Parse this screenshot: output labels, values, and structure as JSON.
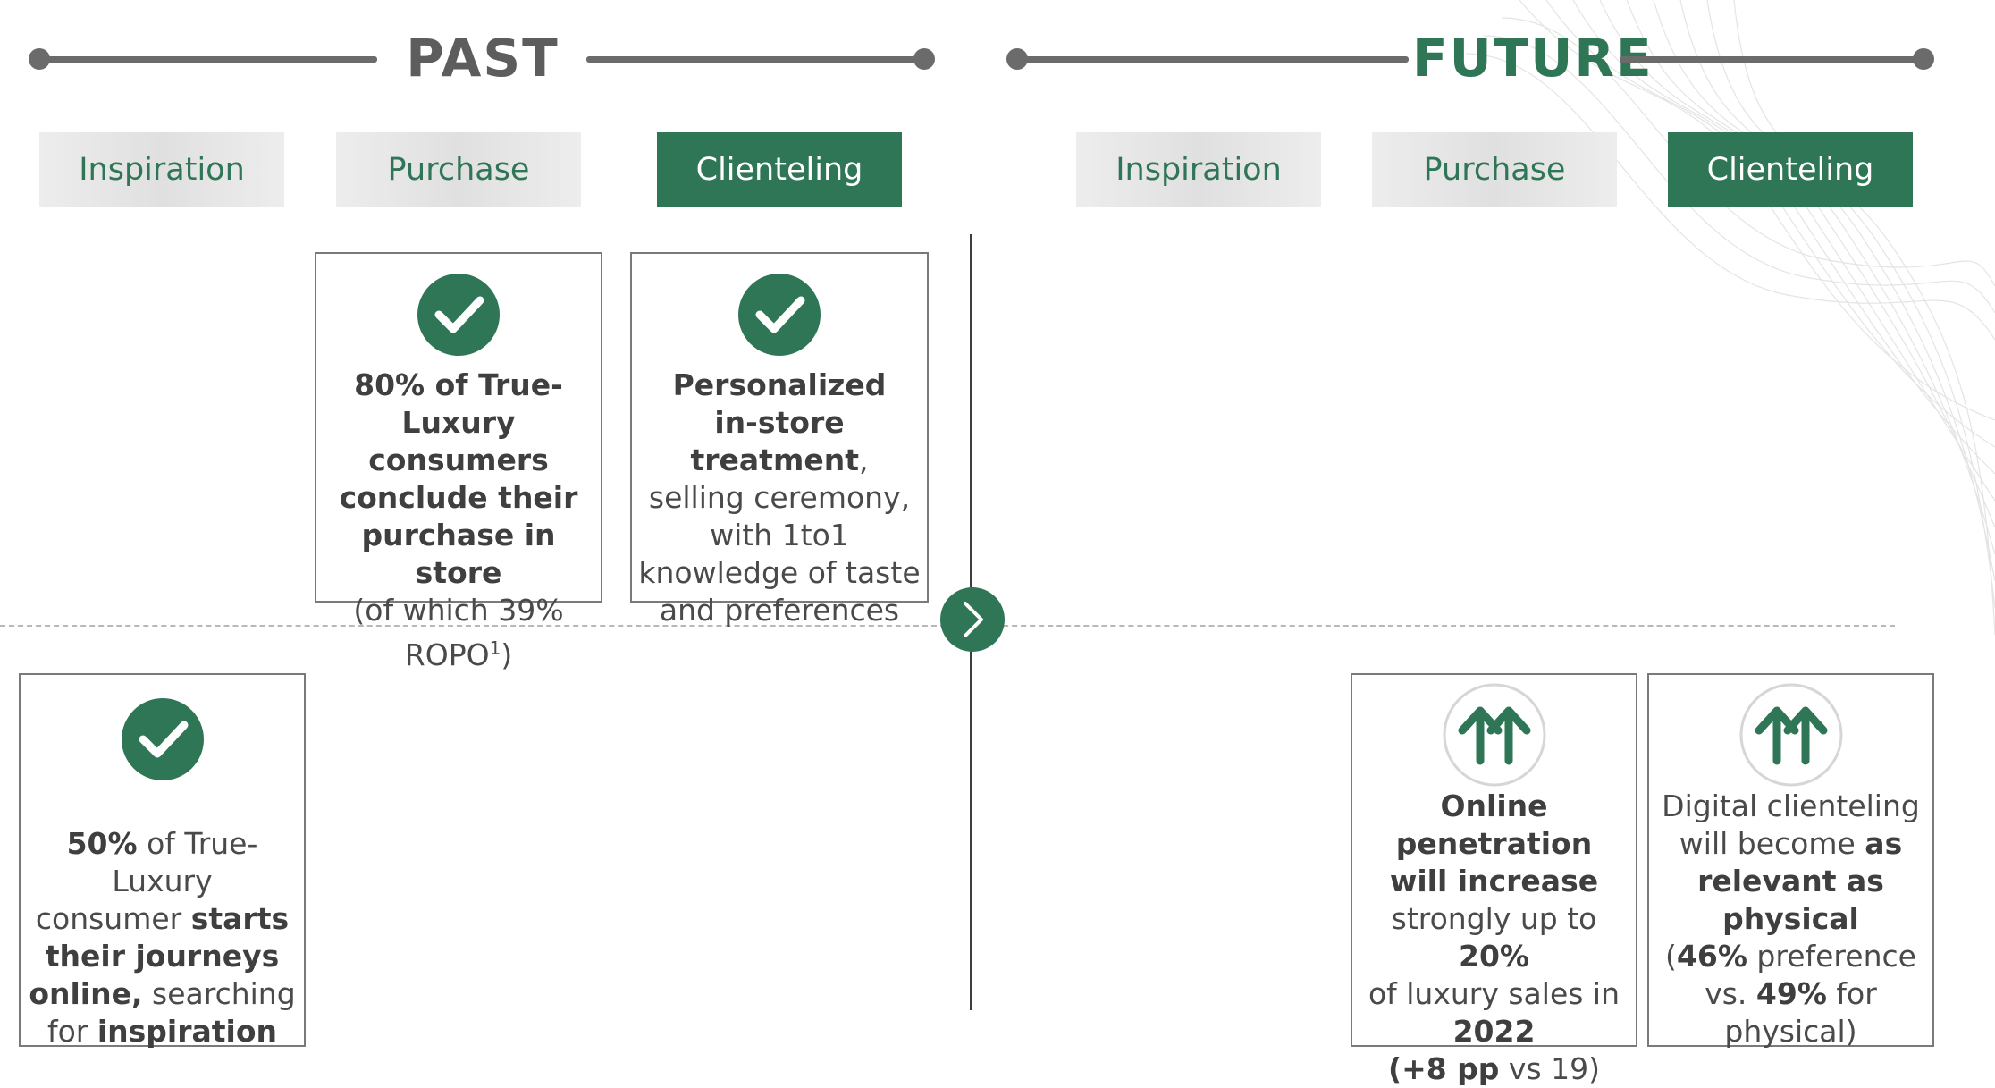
{
  "past": {
    "title": "PAST",
    "tabs": [
      {
        "label": "Inspiration",
        "active": false
      },
      {
        "label": "Purchase",
        "active": false
      },
      {
        "label": "Clienteling",
        "active": true
      }
    ],
    "cards": {
      "purchase": {
        "icon": "check-circle-icon",
        "l1": "80% of True-Luxury",
        "l2": "consumers",
        "l3": "conclude their",
        "l4": "purchase in store",
        "l5": "(of which 39%",
        "l6a": "ROPO",
        "l6sup": "1",
        "l6b": ")"
      },
      "clienteling": {
        "icon": "check-circle-icon",
        "l1": "Personalized",
        "l2a": "in-store treatment",
        "l2b": ",",
        "l3": "selling ceremony,",
        "l4": "with 1to1",
        "l5": "knowledge of taste",
        "l6": "and preferences"
      },
      "inspiration": {
        "icon": "check-circle-icon",
        "l1a": "50%",
        "l1b": " of True-Luxury",
        "l2a": "consumer ",
        "l2b": "starts",
        "l3": "their journeys",
        "l4a": "online,",
        "l4b": " searching",
        "l5a": "for ",
        "l5b": "inspiration"
      }
    }
  },
  "future": {
    "title": "FUTURE",
    "tabs": [
      {
        "label": "Inspiration",
        "active": false
      },
      {
        "label": "Purchase",
        "active": false
      },
      {
        "label": "Clienteling",
        "active": true
      }
    ],
    "cards": {
      "purchase": {
        "icon": "double-arrow-up-icon",
        "l1": "Online penetration",
        "l2": "will increase",
        "l3a": "strongly up to ",
        "l3b": "20%",
        "l4": "of luxury sales in",
        "l5": "2022",
        "l6a": "(+8 pp",
        "l6b": " vs 19)"
      },
      "clienteling": {
        "icon": "double-arrow-up-icon",
        "l1": "Digital clienteling",
        "l2a": "will become ",
        "l2b": "as",
        "l3": "relevant as",
        "l4": "physical",
        "l5a": "(",
        "l5b": "46%",
        "l5c": " preference",
        "l6a": "vs. ",
        "l6b": "49%",
        "l6c": " for",
        "l7": "physical)"
      }
    }
  },
  "colors": {
    "accent_green": "#2e7656",
    "grey_line": "#6b6b6b",
    "tab_grey": "#e6e6e6"
  },
  "center_control": {
    "icon": "chevron-right-icon"
  }
}
